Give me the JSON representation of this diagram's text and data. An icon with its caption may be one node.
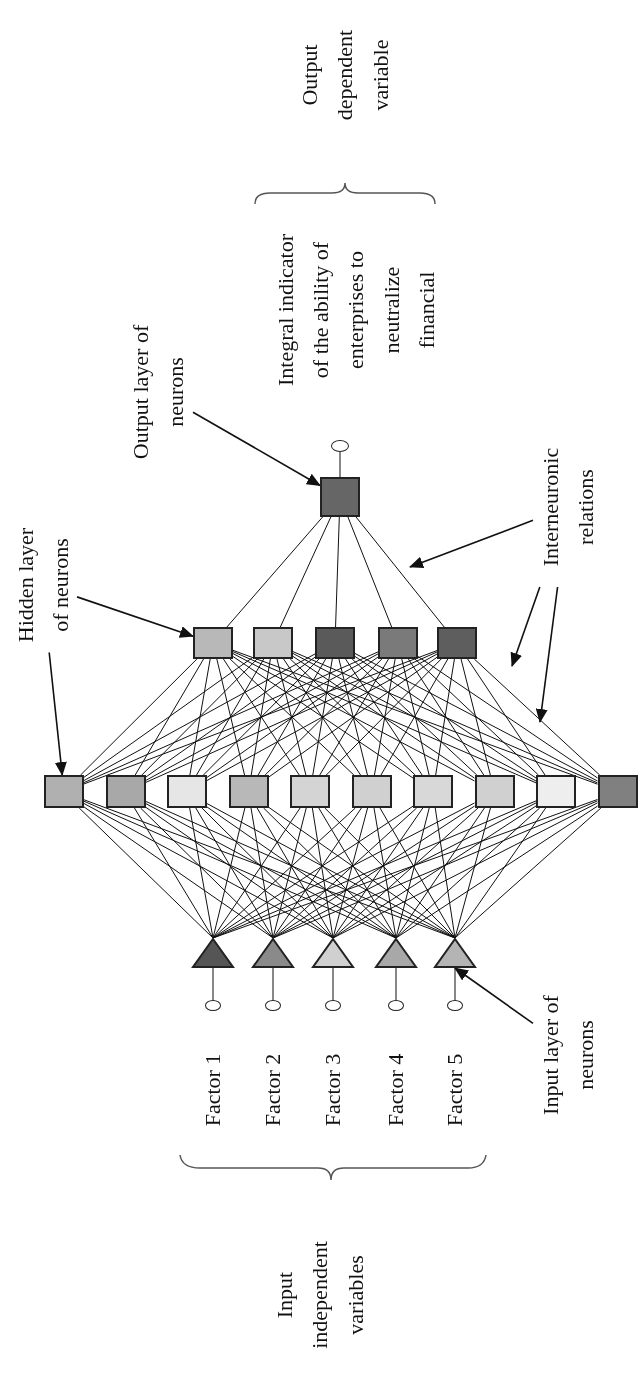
{
  "diagram": {
    "nodes": [
      {
        "text": [
          "Output layer of neurons"
        ]
      },
      {
        "text": [],
        "shape": "circle"
      },
      {
        "text": [],
        "shape": "box"
      },
      {
        "text": [
          "Hidden layer of neurons"
        ]
      },
      {
        "text": [
          "Interneuronic relations"
        ]
      },
      {
        "text": [],
        "shape": "box"
      },
      {
        "text": [],
        "shape": "box"
      },
      {
        "text": [],
        "shape": "box"
      },
      {
        "text": [],
        "shape": "box"
      },
      {
        "text": [],
        "shape": "box"
      },
      {
        "text": [],
        "shape": "box"
      },
      {
        "text": [],
        "shape": "box"
      },
      {
        "text": [],
        "shape": "box"
      },
      {
        "text": [],
        "shape": "box"
      },
      {
        "text": [],
        "shape": "box"
      },
      {
        "text": [],
        "shape": "box"
      },
      {
        "text": [],
        "shape": "box"
      },
      {
        "text": [],
        "shape": "box"
      },
      {
        "text": [],
        "shape": "box"
      },
      {
        "text": [],
        "shape": "box"
      },
      {
        "text": [],
        "shape": "triangle"
      },
      {
        "text": [],
        "shape": "triangle"
      },
      {
        "text": [],
        "shape": "triangle"
      },
      {
        "text": [],
        "shape": "triangle"
      },
      {
        "text": [],
        "shape": "triangle"
      },
      {
        "text": [],
        "shape": "circle"
      },
      {
        "text": [],
        "shape": "circle"
      },
      {
        "text": [],
        "shape": "circle"
      },
      {
        "text": [],
        "shape": "circle"
      },
      {
        "text": [],
        "shape": "circle"
      },
      {
        "text": [
          "Input layer of neurons"
        ]
      }
    ],
    "edges": [
      {
        "from": 2,
        "to": 1,
        "arrow": "none"
      },
      {
        "from": 5,
        "to": 2,
        "arrow": "none"
      },
      {
        "from": 6,
        "to": 2,
        "arrow": "none"
      },
      {
        "from": 7,
        "to": 2,
        "arrow": "none"
      },
      {
        "from": 8,
        "to": 2,
        "arrow": "none"
      },
      {
        "from": 9,
        "to": 2,
        "arrow": "none"
      },
      {
        "from": 10,
        "to": 5,
        "arrow": "none"
      },
      {
        "from": 10,
        "to": 6,
        "arrow": "none"
      },
      {
        "from": 10,
        "to": 7,
        "arrow": "none"
      },
      {
        "from": 10,
        "to": 8,
        "arrow": "none"
      },
      {
        "from": 10,
        "to": 9,
        "arrow": "none"
      },
      {
        "from": 11,
        "to": 5,
        "arrow": "none"
      },
      {
        "from": 11,
        "to": 6,
        "arrow": "none"
      },
      {
        "from": 11,
        "to": 7,
        "arrow": "none"
      },
      {
        "from": 11,
        "to": 8,
        "arrow": "none"
      },
      {
        "from": 11,
        "to": 9,
        "arrow": "none"
      },
      {
        "from": 12,
        "to": 5,
        "arrow": "none"
      },
      {
        "from": 12,
        "to": 6,
        "arrow": "none"
      },
      {
        "from": 12,
        "to": 7,
        "arrow": "none"
      },
      {
        "from": 12,
        "to": 8,
        "arrow": "none"
      },
      {
        "from": 12,
        "to": 9,
        "arrow": "none"
      },
      {
        "from": 13,
        "to": 5,
        "arrow": "none"
      },
      {
        "from": 13,
        "to": 6,
        "arrow": "none"
      },
      {
        "from": 13,
        "to": 7,
        "arrow": "none"
      },
      {
        "from": 13,
        "to": 8,
        "arrow": "none"
      },
      {
        "from": 13,
        "to": 9,
        "arrow": "none"
      },
      {
        "from": 14,
        "to": 5,
        "arrow": "none"
      },
      {
        "from": 14,
        "to": 6,
        "arrow": "none"
      },
      {
        "from": 14,
        "to": 7,
        "arrow": "none"
      },
      {
        "from": 14,
        "to": 8,
        "arrow": "none"
      },
      {
        "from": 14,
        "to": 9,
        "arrow": "none"
      },
      {
        "from": 15,
        "to": 5,
        "arrow": "none"
      },
      {
        "from": 15,
        "to": 6,
        "arrow": "none"
      },
      {
        "from": 15,
        "to": 7,
        "arrow": "none"
      },
      {
        "from": 15,
        "to": 8,
        "arrow": "none"
      },
      {
        "from": 15,
        "to": 9,
        "arrow": "none"
      },
      {
        "from": 16,
        "to": 5,
        "arrow": "none"
      },
      {
        "from": 16,
        "to": 6,
        "arrow": "none"
      },
      {
        "from": 16,
        "to": 7,
        "arrow": "none"
      },
      {
        "from": 16,
        "to": 8,
        "arrow": "none"
      },
      {
        "from": 16,
        "to": 9,
        "arrow": "none"
      },
      {
        "from": 17,
        "to": 5,
        "arrow": "none"
      },
      {
        "from": 17,
        "to": 6,
        "arrow": "none"
      },
      {
        "from": 17,
        "to": 7,
        "arrow": "none"
      },
      {
        "from": 17,
        "to": 8,
        "arrow": "none"
      },
      {
        "from": 17,
        "to": 9,
        "arrow": "none"
      },
      {
        "from": 18,
        "to": 5,
        "arrow": "none"
      },
      {
        "from": 18,
        "to": 6,
        "arrow": "none"
      },
      {
        "from": 18,
        "to": 7,
        "arrow": "none"
      },
      {
        "from": 18,
        "to": 8,
        "arrow": "none"
      },
      {
        "from": 18,
        "to": 9,
        "arrow": "none"
      },
      {
        "from": 19,
        "to": 5,
        "arrow": "none"
      },
      {
        "from": 19,
        "to": 6,
        "arrow": "none"
      },
      {
        "from": 19,
        "to": 7,
        "arrow": "none"
      },
      {
        "from": 19,
        "to": 8,
        "arrow": "none"
      },
      {
        "from": 19,
        "to": 9,
        "arrow": "none"
      },
      {
        "from": 20,
        "to": 10,
        "arrow": "none"
      },
      {
        "from": 20,
        "to": 11,
        "arrow": "none"
      },
      {
        "from": 20,
        "to": 12,
        "arrow": "none"
      },
      {
        "from": 20,
        "to": 13,
        "arrow": "none"
      },
      {
        "from": 20,
        "to": 14,
        "arrow": "none"
      },
      {
        "from": 20,
        "to": 15,
        "arrow": "none"
      },
      {
        "from": 20,
        "to": 16,
        "arrow": "none"
      },
      {
        "from": 20,
        "to": 17,
        "arrow": "none"
      },
      {
        "from": 20,
        "to": 18,
        "arrow": "none"
      },
      {
        "from": 20,
        "to": 19,
        "arrow": "none"
      },
      {
        "from": 21,
        "to": 10,
        "arrow": "none"
      },
      {
        "from": 21,
        "to": 11,
        "arrow": "none"
      },
      {
        "from": 21,
        "to": 12,
        "arrow": "none"
      },
      {
        "from": 21,
        "to": 13,
        "arrow": "none"
      },
      {
        "from": 21,
        "to": 14,
        "arrow": "none"
      },
      {
        "from": 21,
        "to": 15,
        "arrow": "none"
      },
      {
        "from": 21,
        "to": 16,
        "arrow": "none"
      },
      {
        "from": 21,
        "to": 17,
        "arrow": "none"
      },
      {
        "from": 21,
        "to": 18,
        "arrow": "none"
      },
      {
        "from": 21,
        "to": 19,
        "arrow": "none"
      },
      {
        "from": 22,
        "to": 10,
        "arrow": "none"
      },
      {
        "from": 22,
        "to": 11,
        "arrow": "none"
      },
      {
        "from": 22,
        "to": 12,
        "arrow": "none"
      },
      {
        "from": 22,
        "to": 13,
        "arrow": "none"
      },
      {
        "from": 22,
        "to": 14,
        "arrow": "none"
      },
      {
        "from": 22,
        "to": 15,
        "arrow": "none"
      },
      {
        "from": 22,
        "to": 16,
        "arrow": "none"
      },
      {
        "from": 22,
        "to": 17,
        "arrow": "none"
      },
      {
        "from": 22,
        "to": 18,
        "arrow": "none"
      },
      {
        "from": 22,
        "to": 19,
        "arrow": "none"
      },
      {
        "from": 23,
        "to": 10,
        "arrow": "none"
      },
      {
        "from": 23,
        "to": 11,
        "arrow": "none"
      },
      {
        "from": 23,
        "to": 12,
        "arrow": "none"
      },
      {
        "from": 23,
        "to": 13,
        "arrow": "none"
      },
      {
        "from": 23,
        "to": 14,
        "arrow": "none"
      },
      {
        "from": 23,
        "to": 15,
        "arrow": "none"
      },
      {
        "from": 23,
        "to": 16,
        "arrow": "none"
      },
      {
        "from": 23,
        "to": 17,
        "arrow": "none"
      },
      {
        "from": 23,
        "to": 18,
        "arrow": "none"
      },
      {
        "from": 23,
        "to": 19,
        "arrow": "none"
      },
      {
        "from": 24,
        "to": 10,
        "arrow": "none"
      },
      {
        "from": 24,
        "to": 11,
        "arrow": "none"
      },
      {
        "from": 24,
        "to": 12,
        "arrow": "none"
      },
      {
        "from": 24,
        "to": 13,
        "arrow": "none"
      },
      {
        "from": 24,
        "to": 14,
        "arrow": "none"
      },
      {
        "from": 24,
        "to": 15,
        "arrow": "none"
      },
      {
        "from": 24,
        "to": 16,
        "arrow": "none"
      },
      {
        "from": 24,
        "to": 17,
        "arrow": "none"
      },
      {
        "from": 24,
        "to": 18,
        "arrow": "none"
      },
      {
        "from": 24,
        "to": 19,
        "arrow": "none"
      },
      {
        "from": 25,
        "to": 20,
        "arrow": "none"
      },
      {
        "from": 26,
        "to": 21,
        "arrow": "none"
      },
      {
        "from": 27,
        "to": 22,
        "arrow": "none"
      },
      {
        "from": 28,
        "to": 23,
        "arrow": "none"
      },
      {
        "from": 29,
        "to": 24,
        "arrow": "none"
      },
      {
        "from": 0,
        "to": 2,
        "arrow": "to"
      },
      {
        "from": 3,
        "to": 5,
        "arrow": "to"
      },
      {
        "from": 3,
        "to": 10,
        "arrow": "to"
      },
      {
        "from": 4,
        "to": null,
        "arrow": "to"
      },
      {
        "from": 4,
        "to": null,
        "arrow": "to"
      },
      {
        "from": 4,
        "to": null,
        "arrow": "to"
      },
      {
        "from": 30,
        "to": 24,
        "arrow": "to"
      }
    ],
    "labels": [
      "Output dependent variable",
      "Integral indicator of the ability of enterprises to neutralize financial",
      "Factor 1",
      "Factor 2",
      "Factor 3",
      "Factor 4",
      "Factor 5",
      "Input independent variables"
    ]
  }
}
